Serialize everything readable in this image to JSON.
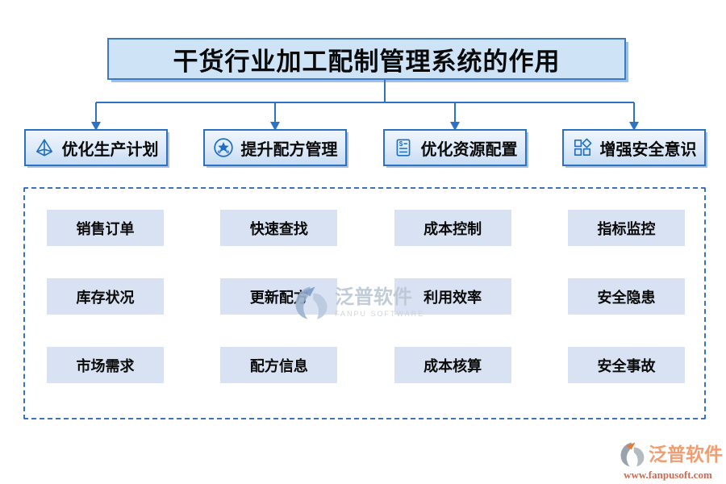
{
  "title": "干货行业加工配制管理系统的作用",
  "branches": [
    {
      "label": "优化生产计划",
      "icon": "pyramid-icon"
    },
    {
      "label": "提升配方管理",
      "icon": "medal-star-icon"
    },
    {
      "label": "优化资源配置",
      "icon": "invoice-icon"
    },
    {
      "label": "增强安全意识",
      "icon": "grid-diamond-icon"
    }
  ],
  "grid_items": [
    [
      "销售订单",
      "快速查找",
      "成本控制",
      "指标监控"
    ],
    [
      "库存状况",
      "更新配方",
      "利用效率",
      "安全隐患"
    ],
    [
      "市场需求",
      "配方信息",
      "成本核算",
      "安全事故"
    ]
  ],
  "watermark": {
    "name": "泛普软件",
    "subtitle": "FANPU SOFTWARE"
  },
  "footer_logo": {
    "name": "泛普软件",
    "url": "www.fanpusoft.com"
  },
  "colors": {
    "connector_blue": "#2d72c6",
    "branch_border": "#2d71c4",
    "title_fill": "#cfe3f7",
    "grid_cell_fill": "#d9e2f2",
    "dashed_border": "#3b72c8",
    "logo_orange": "#e87a35",
    "url_red": "#cd6b51"
  }
}
